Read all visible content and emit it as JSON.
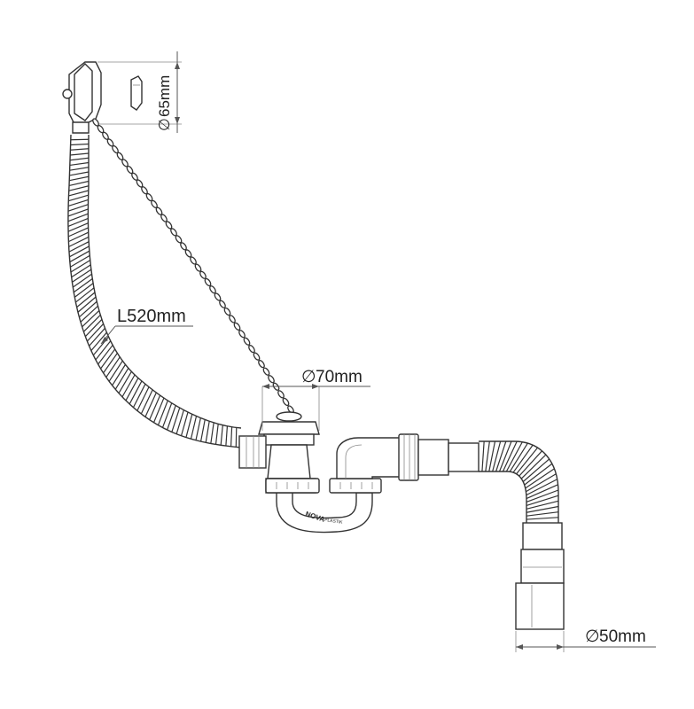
{
  "labels": {
    "overflow_diameter": "65mm",
    "hose_length": "L520mm",
    "waste_diameter": "70mm",
    "outlet_diameter": "50mm",
    "diameter_symbol": "∅"
  },
  "brand": {
    "name": "NOVA",
    "sub": "PLASTIK"
  }
}
